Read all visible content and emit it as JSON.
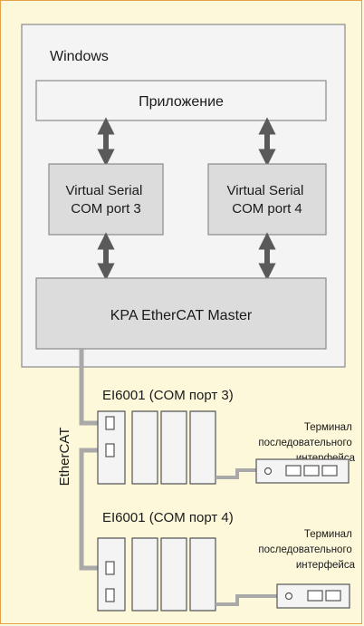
{
  "os_label": "Windows",
  "application_label": "Приложение",
  "com_port_3": [
    "Virtual Serial",
    "COM port 3"
  ],
  "com_port_4": [
    "Virtual Serial",
    "COM port 4"
  ],
  "master_label": "KPA EtherCAT Master",
  "bus_label": "EtherCAT",
  "terminal_1_title": "EI6001 (COM порт 3)",
  "terminal_2_title": "EI6001 (COM порт 4)",
  "device_1_label": [
    "Терминал",
    "последовательного",
    "интерфейса"
  ],
  "device_2_label": [
    "Терминал",
    "последовательного",
    "интерфейса"
  ],
  "colors": {
    "background": "#fdf8d9",
    "frame_border": "#e2a24a",
    "box_fill_light": "#f4f4f4",
    "box_fill_gray": "#dcdcdc",
    "arrow": "#5a5a5a",
    "cable": "#a9a9a9"
  }
}
